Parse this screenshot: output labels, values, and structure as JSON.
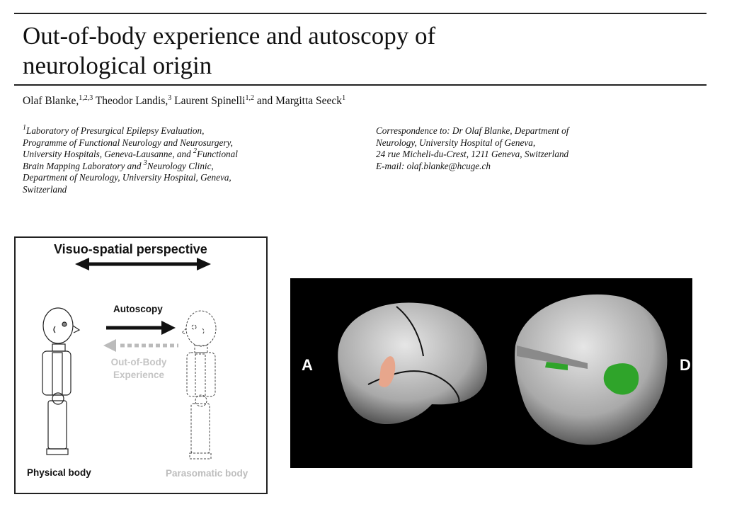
{
  "title_lines": [
    "Out-of-body experience and autoscopy of",
    "neurological origin"
  ],
  "authors": [
    {
      "name": "Olaf Blanke,",
      "sup": "1,2,3"
    },
    {
      "name": "Theodor Landis,",
      "sup": "3"
    },
    {
      "name": "Laurent Spinelli",
      "sup": "1,2"
    },
    {
      "name": "Margitta Seeck",
      "sup": "1"
    }
  ],
  "authors_and": "and",
  "affiliations": {
    "l1_sup": "1",
    "l1": "Laboratory of Presurgical Epilepsy Evaluation,",
    "l2": "Programme of Functional Neurology and Neurosurgery,",
    "l3a": "University Hospitals, Geneva-Lausanne, and ",
    "l3_sup": "2",
    "l3b": "Functional",
    "l4a": "Brain Mapping Laboratory and ",
    "l4_sup": "3",
    "l4b": "Neurology Clinic,",
    "l5": "Department of Neurology, University Hospital, Geneva,",
    "l6": "Switzerland"
  },
  "correspondence": [
    "Correspondence to: Dr Olaf Blanke, Department of",
    "Neurology, University Hospital of Geneva,",
    "24 rue Micheli-du-Crest, 1211 Geneva, Switzerland",
    "E-mail: olaf.blanke@hcuge.ch"
  ],
  "figure1": {
    "heading": "Visuo-spatial perspective",
    "autoscopy": "Autoscopy",
    "obe_line1": "Out-of-Body",
    "obe_line2": "Experience",
    "physical": "Physical body",
    "parasomatic": "Parasomatic body"
  },
  "figure2": {
    "label_left": "A",
    "label_right": "D"
  }
}
